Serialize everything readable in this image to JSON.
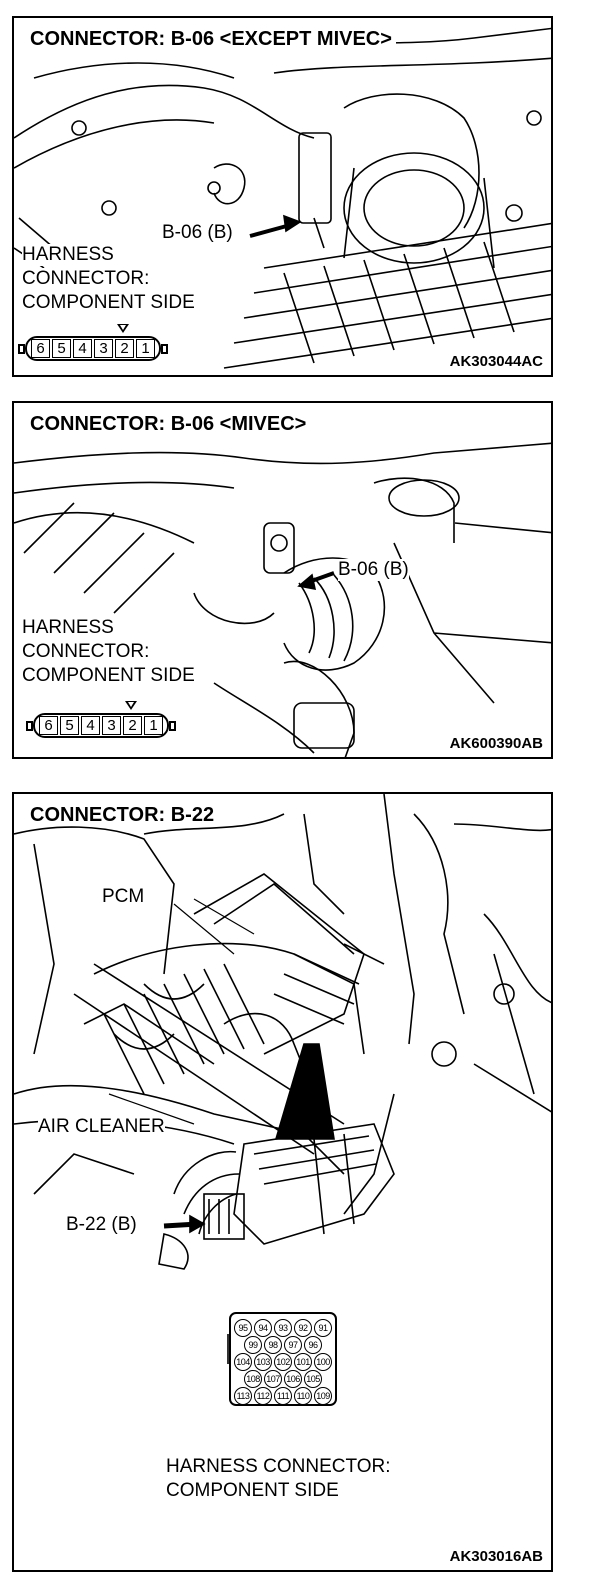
{
  "panel1": {
    "title": "CONNECTOR: B-06 <EXCEPT MIVEC>",
    "callout": "B-06 (B)",
    "harness_label": [
      "HARNESS",
      "CONNECTOR:",
      "COMPONENT SIDE"
    ],
    "pins": [
      "6",
      "5",
      "4",
      "3",
      "2",
      "1"
    ],
    "code": "AK303044AC"
  },
  "panel2": {
    "title": "CONNECTOR: B-06 <MIVEC>",
    "callout": "B-06 (B)",
    "harness_label": [
      "HARNESS",
      "CONNECTOR:",
      "COMPONENT SIDE"
    ],
    "pins": [
      "6",
      "5",
      "4",
      "3",
      "2",
      "1"
    ],
    "code": "AK600390AB"
  },
  "panel3": {
    "title": "CONNECTOR: B-22",
    "pcm_label": "PCM",
    "air_cleaner_label": "AIR CLEANER",
    "callout": "B-22 (B)",
    "connector_rows": [
      [
        "95",
        "94",
        "93",
        "92",
        "91"
      ],
      [
        "99",
        "98",
        "97",
        "96"
      ],
      [
        "104",
        "103",
        "102",
        "101",
        "100"
      ],
      [
        "108",
        "107",
        "106",
        "105"
      ],
      [
        "113",
        "112",
        "111",
        "110",
        "109"
      ]
    ],
    "harness_label": [
      "HARNESS CONNECTOR:",
      "COMPONENT SIDE"
    ],
    "code": "AK303016AB"
  }
}
